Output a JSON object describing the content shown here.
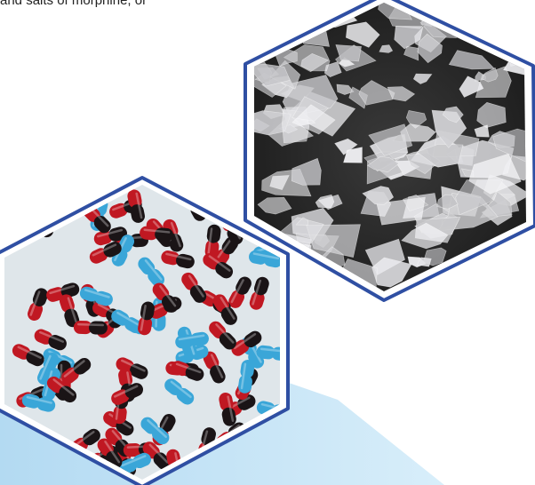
{
  "caption": {
    "text": "and salts of morphine, or"
  },
  "colors": {
    "hex_border": "#2f4fa3",
    "background_band": "#bfe1f5",
    "capsule_red": "#c01822",
    "capsule_black": "#1a1416",
    "capsule_blue": "#3aa6d8",
    "crystal_white": "#f2f4f6",
    "crystal_dark": "#2a2a2a"
  },
  "images": [
    {
      "subject": "crystals"
    },
    {
      "subject": "capsules"
    }
  ]
}
